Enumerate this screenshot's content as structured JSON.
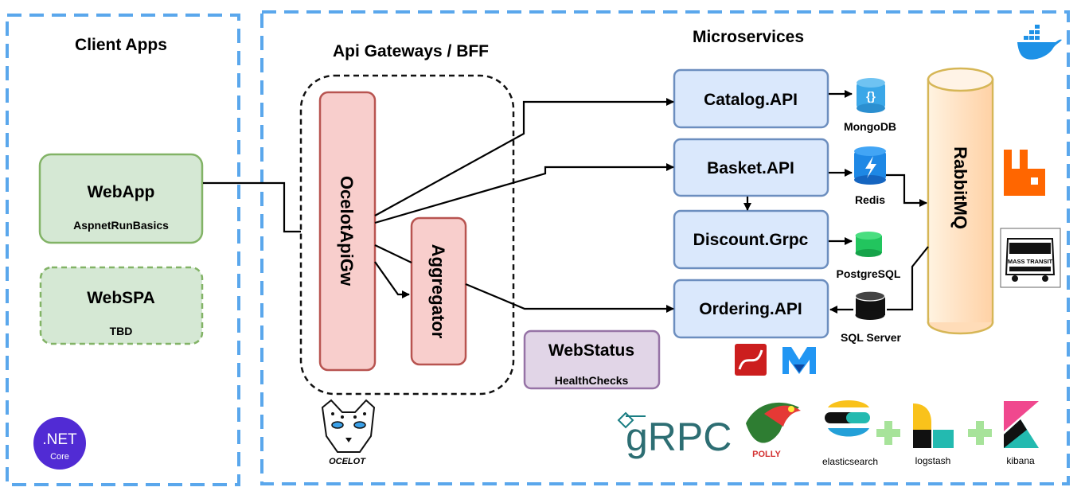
{
  "sections": {
    "client_apps": "Client Apps",
    "gateways": "Api Gateways / BFF",
    "microservices": "Microservices"
  },
  "clients": {
    "webapp": {
      "title": "WebApp",
      "subtitle": "AspnetRunBasics"
    },
    "webspa": {
      "title": "WebSPA",
      "subtitle": "TBD"
    }
  },
  "gateway": {
    "ocelot": "OcelotApiGw",
    "aggregator": "Aggregator"
  },
  "webstatus": {
    "title": "WebStatus",
    "subtitle": "HealthChecks"
  },
  "services": {
    "catalog": "Catalog.API",
    "basket": "Basket.API",
    "discount": "Discount.Grpc",
    "ordering": "Ordering.API"
  },
  "databases": {
    "mongodb": "MongoDB",
    "redis": "Redis",
    "postgres": "PostgreSQL",
    "sqlserver": "SQL Server"
  },
  "broker": "RabbitMQ",
  "logos": {
    "dotnet_line1": ".NET",
    "dotnet_line2": "Core",
    "grpc": "gRPC",
    "polly": "POLLY",
    "ocelot": "OCELOT",
    "masstransit": "MASS TRANSIT",
    "elasticsearch": "elasticsearch",
    "logstash": "logstash",
    "kibana": "kibana"
  },
  "colors": {
    "frame_blue": "#5aa7ec",
    "client_green_fill": "#d5e8d4",
    "client_green_stroke": "#82b366",
    "gateway_red_fill": "#f8cecc",
    "gateway_red_stroke": "#b85450",
    "service_blue_fill": "#dae8fc",
    "service_blue_stroke": "#6c8ebf",
    "status_purple_fill": "#e1d5e7",
    "status_purple_stroke": "#9673a6",
    "rabbit_fill": "#ffe6cc",
    "rabbit_stroke": "#d6b656",
    "dotnet_purple": "#512bd4",
    "rabbit_orange": "#ff6600"
  }
}
